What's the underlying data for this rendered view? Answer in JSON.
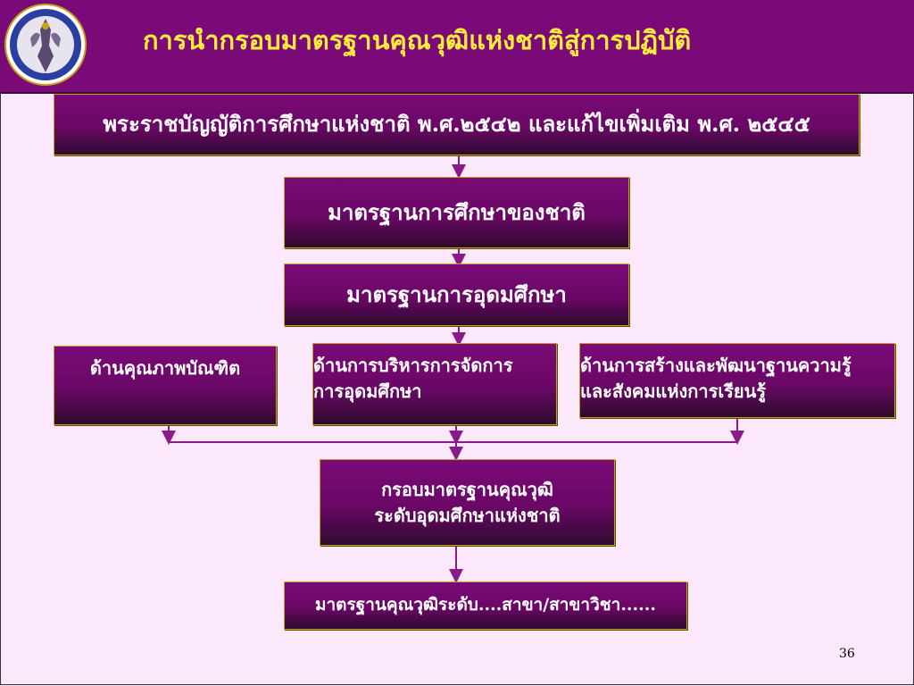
{
  "header": {
    "title": "การนำกรอบมาตรฐานคุณวุฒิแห่งชาติสู่การปฏิบัติ"
  },
  "diagram": {
    "act": "พระราชบัญญัติการศึกษาแห่งชาติ พ.ศ.๒๕๔๒ และแก้ไขเพิ่มเติม พ.ศ. ๒๕๔๕",
    "national_standard": "มาตรฐานการศึกษาของชาติ",
    "higher_ed_standard": "มาตรฐานการอุดมศึกษา",
    "graduate_quality": "ด้านคุณภาพบัณฑิต",
    "management_line1": "ด้านการบริหารการจัดการ",
    "management_line2": "การอุดมศึกษา",
    "knowledge_line1": "ด้านการสร้างและพัฒนาฐานความรู้",
    "knowledge_line2": "และสังคมแห่งการเรียนรู้",
    "framework_line1": "กรอบมาตรฐานคุณวุฒิ",
    "framework_line2": "ระดับอุดมศึกษาแห่งชาติ",
    "field_standard": "มาตรฐานคุณวุฒิระดับ....สาขา/สาขาวิชา......"
  },
  "footer": {
    "page_number": "36"
  },
  "colors": {
    "header_bg": "#7a0a78",
    "title_text": "#ffeb3b",
    "box_border": "#c7a21a",
    "arrow": "#8a1a8a",
    "slide_bg": "#fbe8fb"
  },
  "icons": {
    "logo": "university-seal-icon"
  }
}
